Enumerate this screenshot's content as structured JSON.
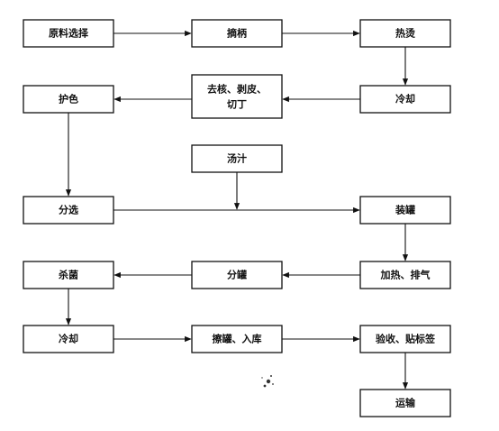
{
  "nodes": {
    "raw_selection": "原料选择",
    "destem": "摘柄",
    "blanch": "热烫",
    "cool_1": "冷却",
    "pit_peel_dice_line1": "去核、剥皮、",
    "pit_peel_dice_line2": "切丁",
    "color_protect": "护色",
    "syrup": "汤汁",
    "sort": "分选",
    "can_fill": "装罐",
    "sterilize": "杀菌",
    "split_can": "分罐",
    "heat_exhaust": "加热、排气",
    "cool_2": "冷却",
    "wipe_store": "擦罐、入库",
    "inspect_label": "验收、贴标签",
    "transport": "运输"
  }
}
